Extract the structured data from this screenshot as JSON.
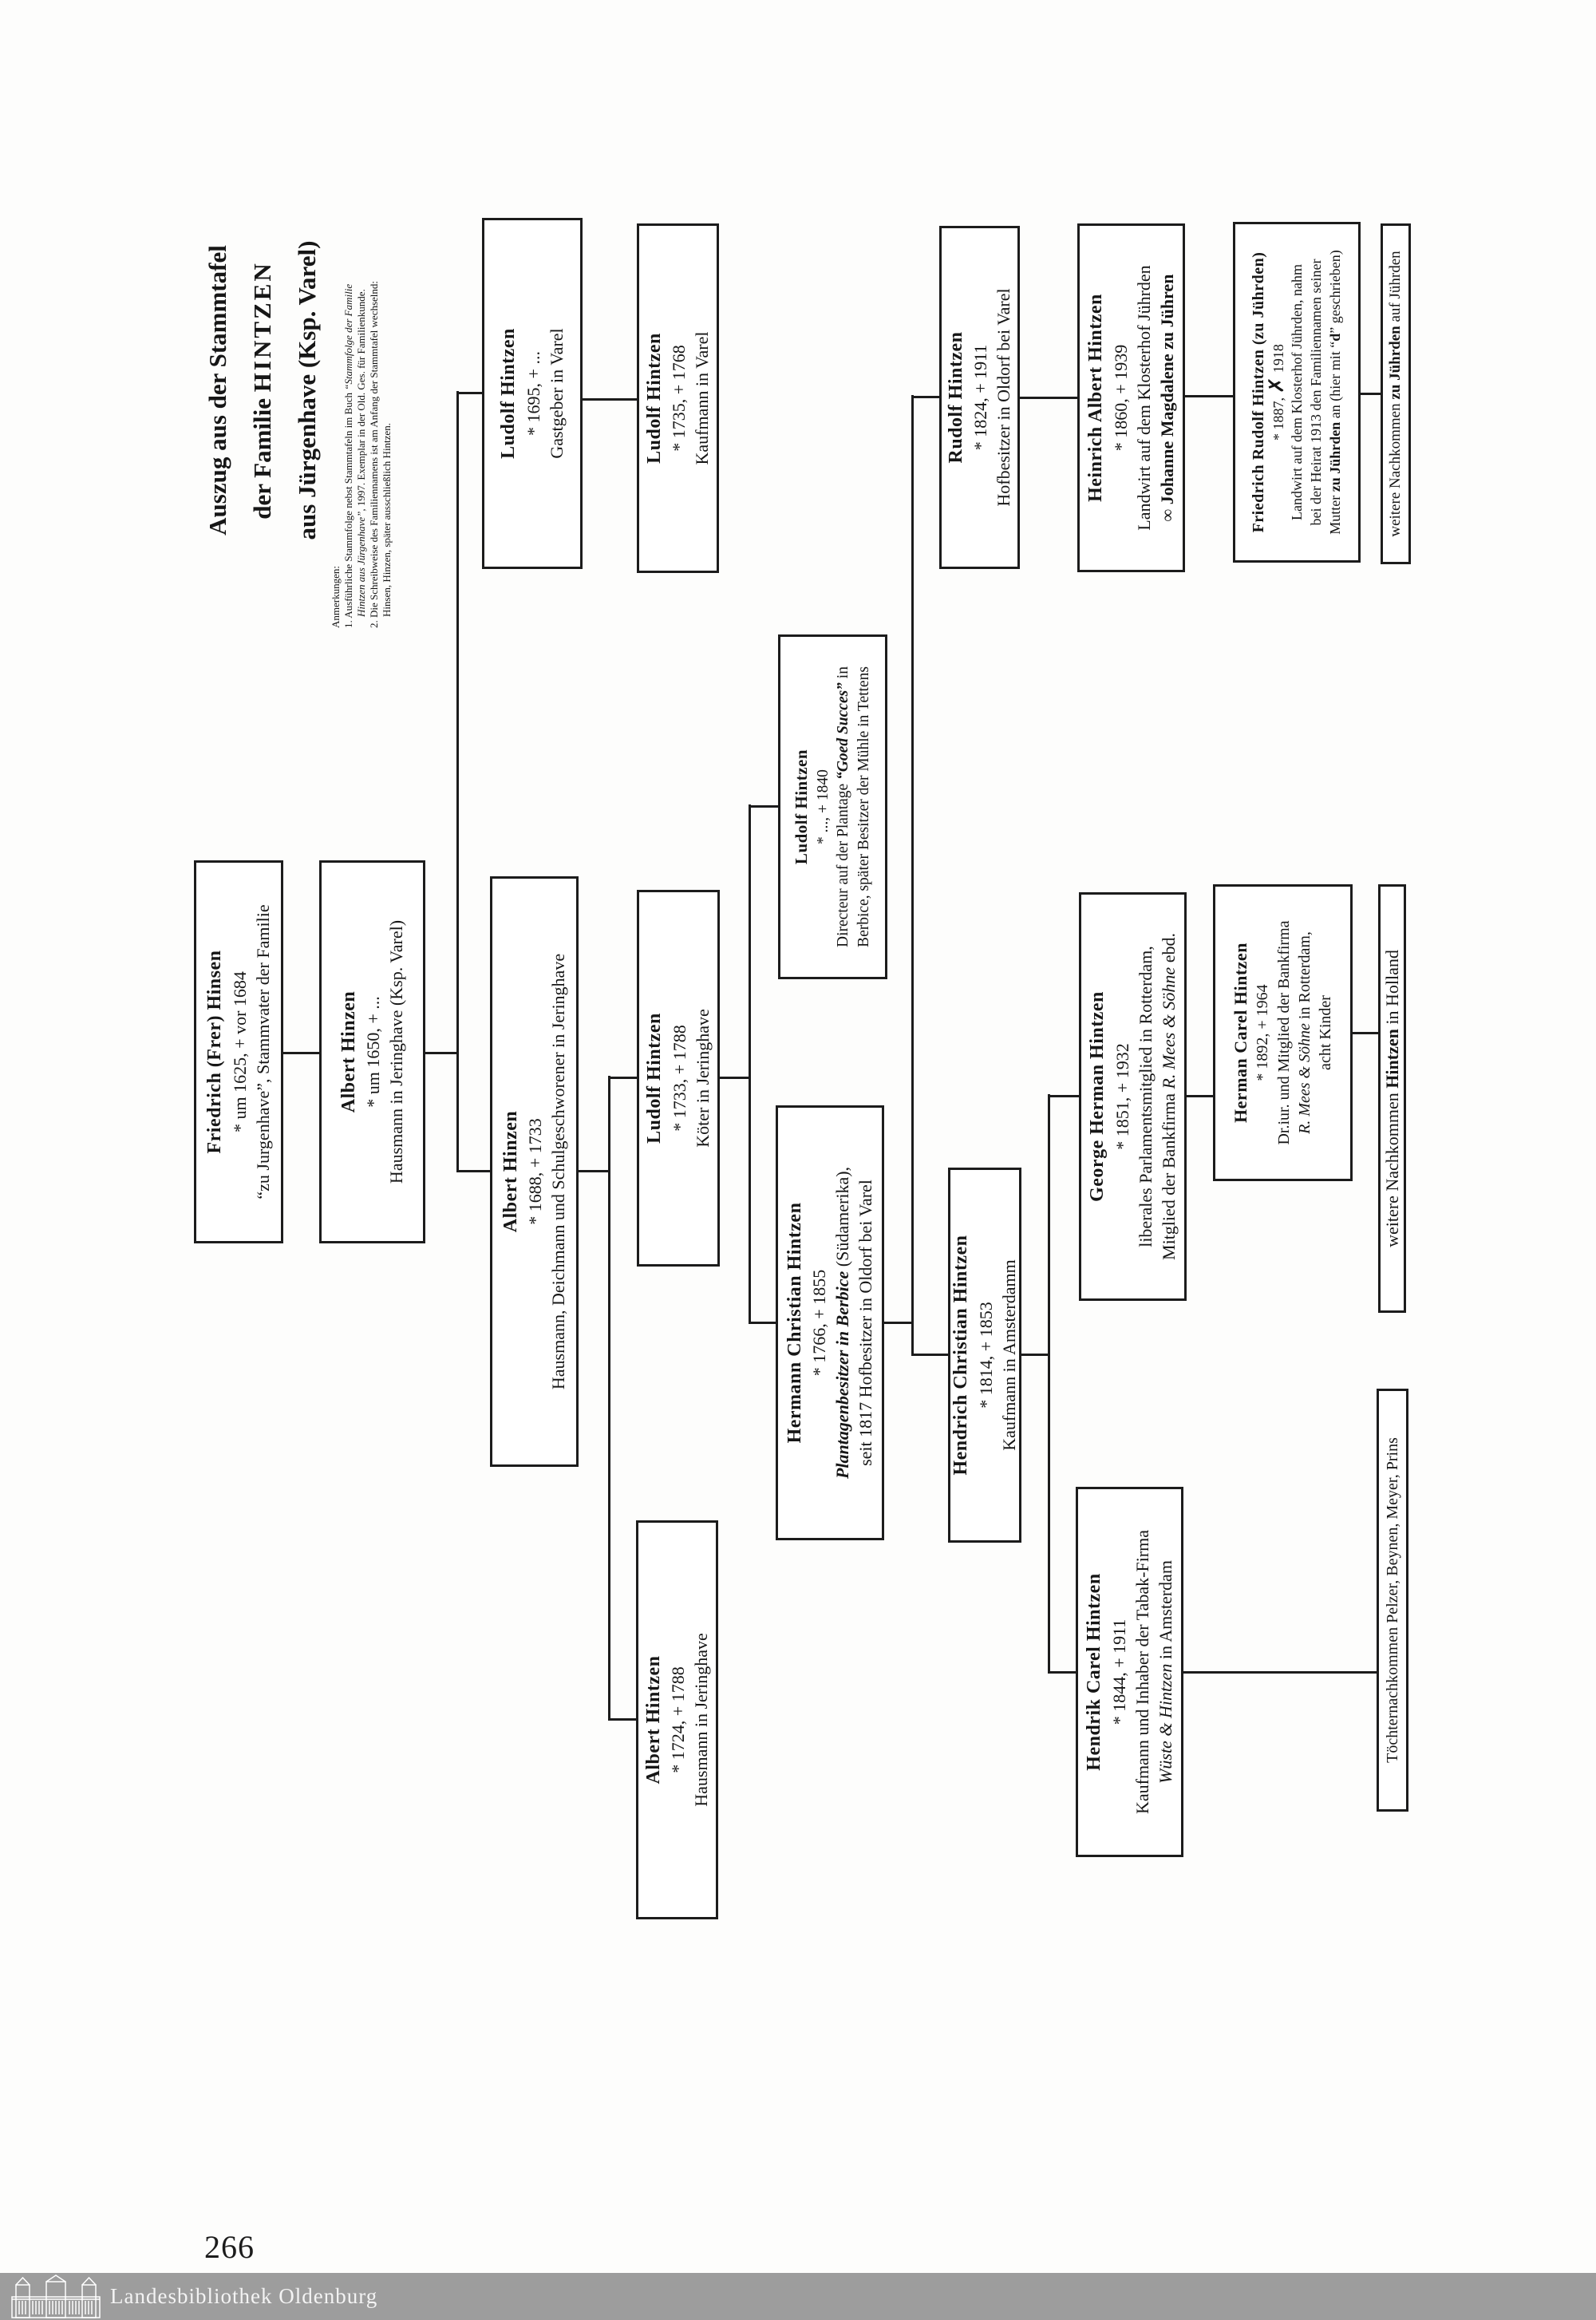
{
  "page": {
    "number": "266"
  },
  "footer": {
    "library": "Landesbibliothek Oldenburg"
  },
  "title": {
    "line1": "Auszug aus der Stammtafel",
    "line2_prefix": "der Familie ",
    "line2_name": "HINTZEN",
    "line3": "aus Jürgenhave (Ksp. Varel)"
  },
  "notes": {
    "heading": "Anmerkungen:",
    "n1_text": "1. Ausführliche Stammfolge nebst Stammtafeln im Buch ",
    "n1_italic": "“Stammfolge der Familie",
    "n2_italic": "Hintzen aus Jürgenhave”",
    "n2_text": ", 1997. Exemplar in der Old. Ges. für Familienkunde.",
    "n3": "2. Die Schreibweise des Familiennamens ist am Anfang der Stammtafel wechselnd:",
    "n4": "Hinsen, Hinzen, später ausschließlich Hintzen."
  },
  "nodes": {
    "friedrich_hinsen": {
      "name": "Friedrich (Frer) Hinsen",
      "dates": "* um 1625, + vor 1684",
      "line3": "“zu Jurgenhave”, Stammvater der Familie"
    },
    "albert_hinzen_1650": {
      "name": "Albert Hinzen",
      "dates": "* um 1650, + ...",
      "line3": "Hausmann in Jeringhave (Ksp. Varel)"
    },
    "albert_hinzen_1688": {
      "name": "Albert Hinzen",
      "dates": "* 1688, + 1733",
      "line3": "Hausmann, Deichmann und Schulgeschworener in Jeringhave"
    },
    "ludolf_1695": {
      "name": "Ludolf Hintzen",
      "dates": "* 1695, + ...",
      "line3": "Gastgeber in Varel"
    },
    "ludolf_1735": {
      "name": "Ludolf Hintzen",
      "dates": "* 1735, + 1768",
      "line3": "Kaufmann in Varel"
    },
    "ludolf_1733": {
      "name": "Ludolf Hintzen",
      "dates": "* 1733, + 1788",
      "line3": "Köter in Jeringhave"
    },
    "albert_1724": {
      "name": "Albert Hintzen",
      "dates": "* 1724, + 1788",
      "line3": "Hausmann in Jeringhave"
    },
    "ludolf_1840": {
      "name": "Ludolf Hintzen",
      "dates": "* ..., + 1840",
      "line3_prefix": "Directeur auf der Plantage ",
      "line3_em": "“Goed Succes”",
      "line3_suffix": " in",
      "line4": "Berbice, später Besitzer der Mühle in Tettens"
    },
    "hermann": {
      "name": "Hermann Christian Hintzen",
      "dates": "* 1766, + 1855",
      "line3_em": "Plantagenbesitzer in Berbice",
      "line3_suffix": " (Südamerika),",
      "line4": "seit 1817 Hofbesitzer in Oldorf bei Varel"
    },
    "hendrich": {
      "name": "Hendrich Christian Hintzen",
      "dates": "* 1814, + 1853",
      "line3": "Kaufmann in Amsterdamm"
    },
    "rudolf": {
      "name": "Rudolf Hintzen",
      "dates": "* 1824, + 1911",
      "line3": "Hofbesitzer in Oldorf bei Varel"
    },
    "heinrich": {
      "name": "Heinrich Albert Hintzen",
      "dates": "* 1860, + 1939",
      "line3": "Landwirt auf dem Klosterhof Jührden",
      "line4": "∞ Johanne Magdalene zu Jühren"
    },
    "george": {
      "name": "George Herman Hintzen",
      "dates": "* 1851, + 1932",
      "line3": "liberales Parlamentsmitglied in Rotterdam,",
      "line4_prefix": "Mitglied der Bankfirma ",
      "line4_em": "R. Mees & Söhne",
      "line4_suffix": " ebd."
    },
    "hendrik": {
      "name": "Hendrik Carel Hintzen",
      "dates": "* 1844, + 1911",
      "line3": "Kaufmann und Inhaber der Tabak-Firma",
      "line4_em": "Wüste & Hintzen",
      "line4_suffix": " in Amsterdam"
    },
    "friedrich_rudolf": {
      "name": "Friedrich Rudolf Hintzen  (zu Jührden)",
      "dates_prefix": "* 1887, ",
      "dates_symbol": "✗",
      "dates_suffix": " 1918",
      "line3": "Landwirt auf dem Klosterhof Jührden, nahm",
      "line4": "bei der Heirat 1913 den Familiennamen seiner",
      "line5a": "Mutter ",
      "line5b": "zu Jührden",
      "line5c": " an (hier mit “",
      "line5d": "d",
      "line5e": "” geschrieben)"
    },
    "herman_carel": {
      "name": "Herman Carel Hintzen",
      "dates": "* 1892, + 1964",
      "line3": "Dr.iur. und Mitglied der Bankfirma",
      "line4_em": "R. Mees & Söhne",
      "line4_suffix": " in Rotterdam,",
      "line5": "acht Kinder"
    }
  },
  "strips": {
    "juehrden": {
      "prefix": "weitere Nachkommen ",
      "bold": "zu Jührden",
      "suffix": " auf Jührden"
    },
    "holland": {
      "prefix": "weitere Nachkommen ",
      "bold": "Hintzen",
      "suffix": " in Holland"
    },
    "toechter": {
      "text": "Töchternachkommen Pelzer, Beynen, Meyer, Prins"
    }
  }
}
